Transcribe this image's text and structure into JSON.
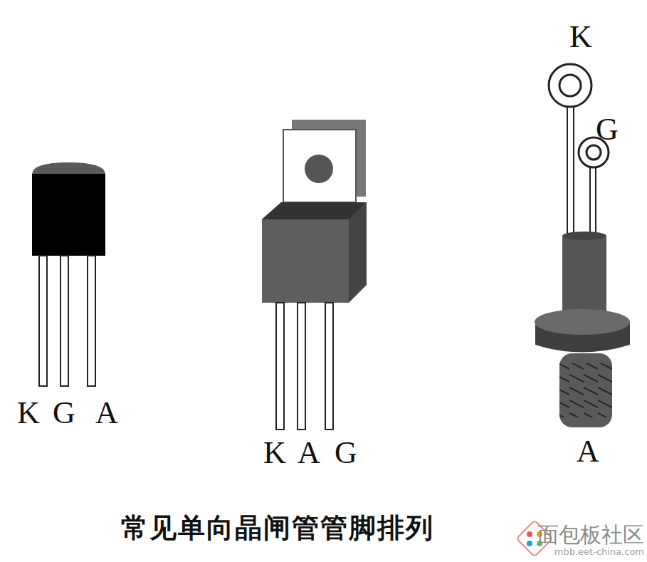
{
  "diagram": {
    "caption": "常见单向晶闸管管脚排列",
    "labels": [
      "K",
      "G",
      "A",
      "K",
      "A",
      "G",
      "K",
      "G",
      "A",
      "面包板社区",
      "mbb.eet-china.com"
    ]
  }
}
